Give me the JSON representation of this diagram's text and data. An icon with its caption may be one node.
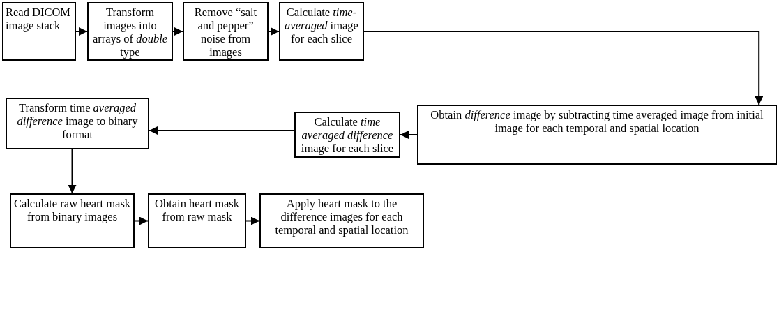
{
  "diagram": {
    "nodes": [
      {
        "text": [
          "Read DICOM image stack"
        ]
      },
      {
        "text": [
          "Transform images into arrays of *double* type"
        ]
      },
      {
        "text": [
          "Remove “salt and pepper” noise from images"
        ]
      },
      {
        "text": [
          "Calculate *time-averaged* image for each slice"
        ]
      },
      {
        "text": [
          "Obtain *difference* image by subtracting time averaged image from initial image for each temporal and spatial location"
        ]
      },
      {
        "text": [
          "Calculate *time averaged difference* image for each slice"
        ]
      },
      {
        "text": [
          "Transform time *averaged difference* image to binary format"
        ]
      },
      {
        "text": [
          "Calculate raw heart mask from binary images"
        ]
      },
      {
        "text": [
          "Obtain heart mask from raw mask"
        ]
      },
      {
        "text": [
          "Apply heart mask to the difference images for each temporal and spatial location"
        ]
      }
    ],
    "edges": [
      {
        "from": 0,
        "to": 1,
        "arrow": "to"
      },
      {
        "from": 1,
        "to": 2,
        "arrow": "to"
      },
      {
        "from": 2,
        "to": 3,
        "arrow": "to"
      },
      {
        "from": 3,
        "to": 4,
        "arrow": "to"
      },
      {
        "from": 4,
        "to": 5,
        "arrow": "to"
      },
      {
        "from": 5,
        "to": 6,
        "arrow": "to"
      },
      {
        "from": 6,
        "to": 7,
        "arrow": "to"
      },
      {
        "from": 7,
        "to": 8,
        "arrow": "to"
      },
      {
        "from": 8,
        "to": 9,
        "arrow": "to"
      }
    ]
  }
}
